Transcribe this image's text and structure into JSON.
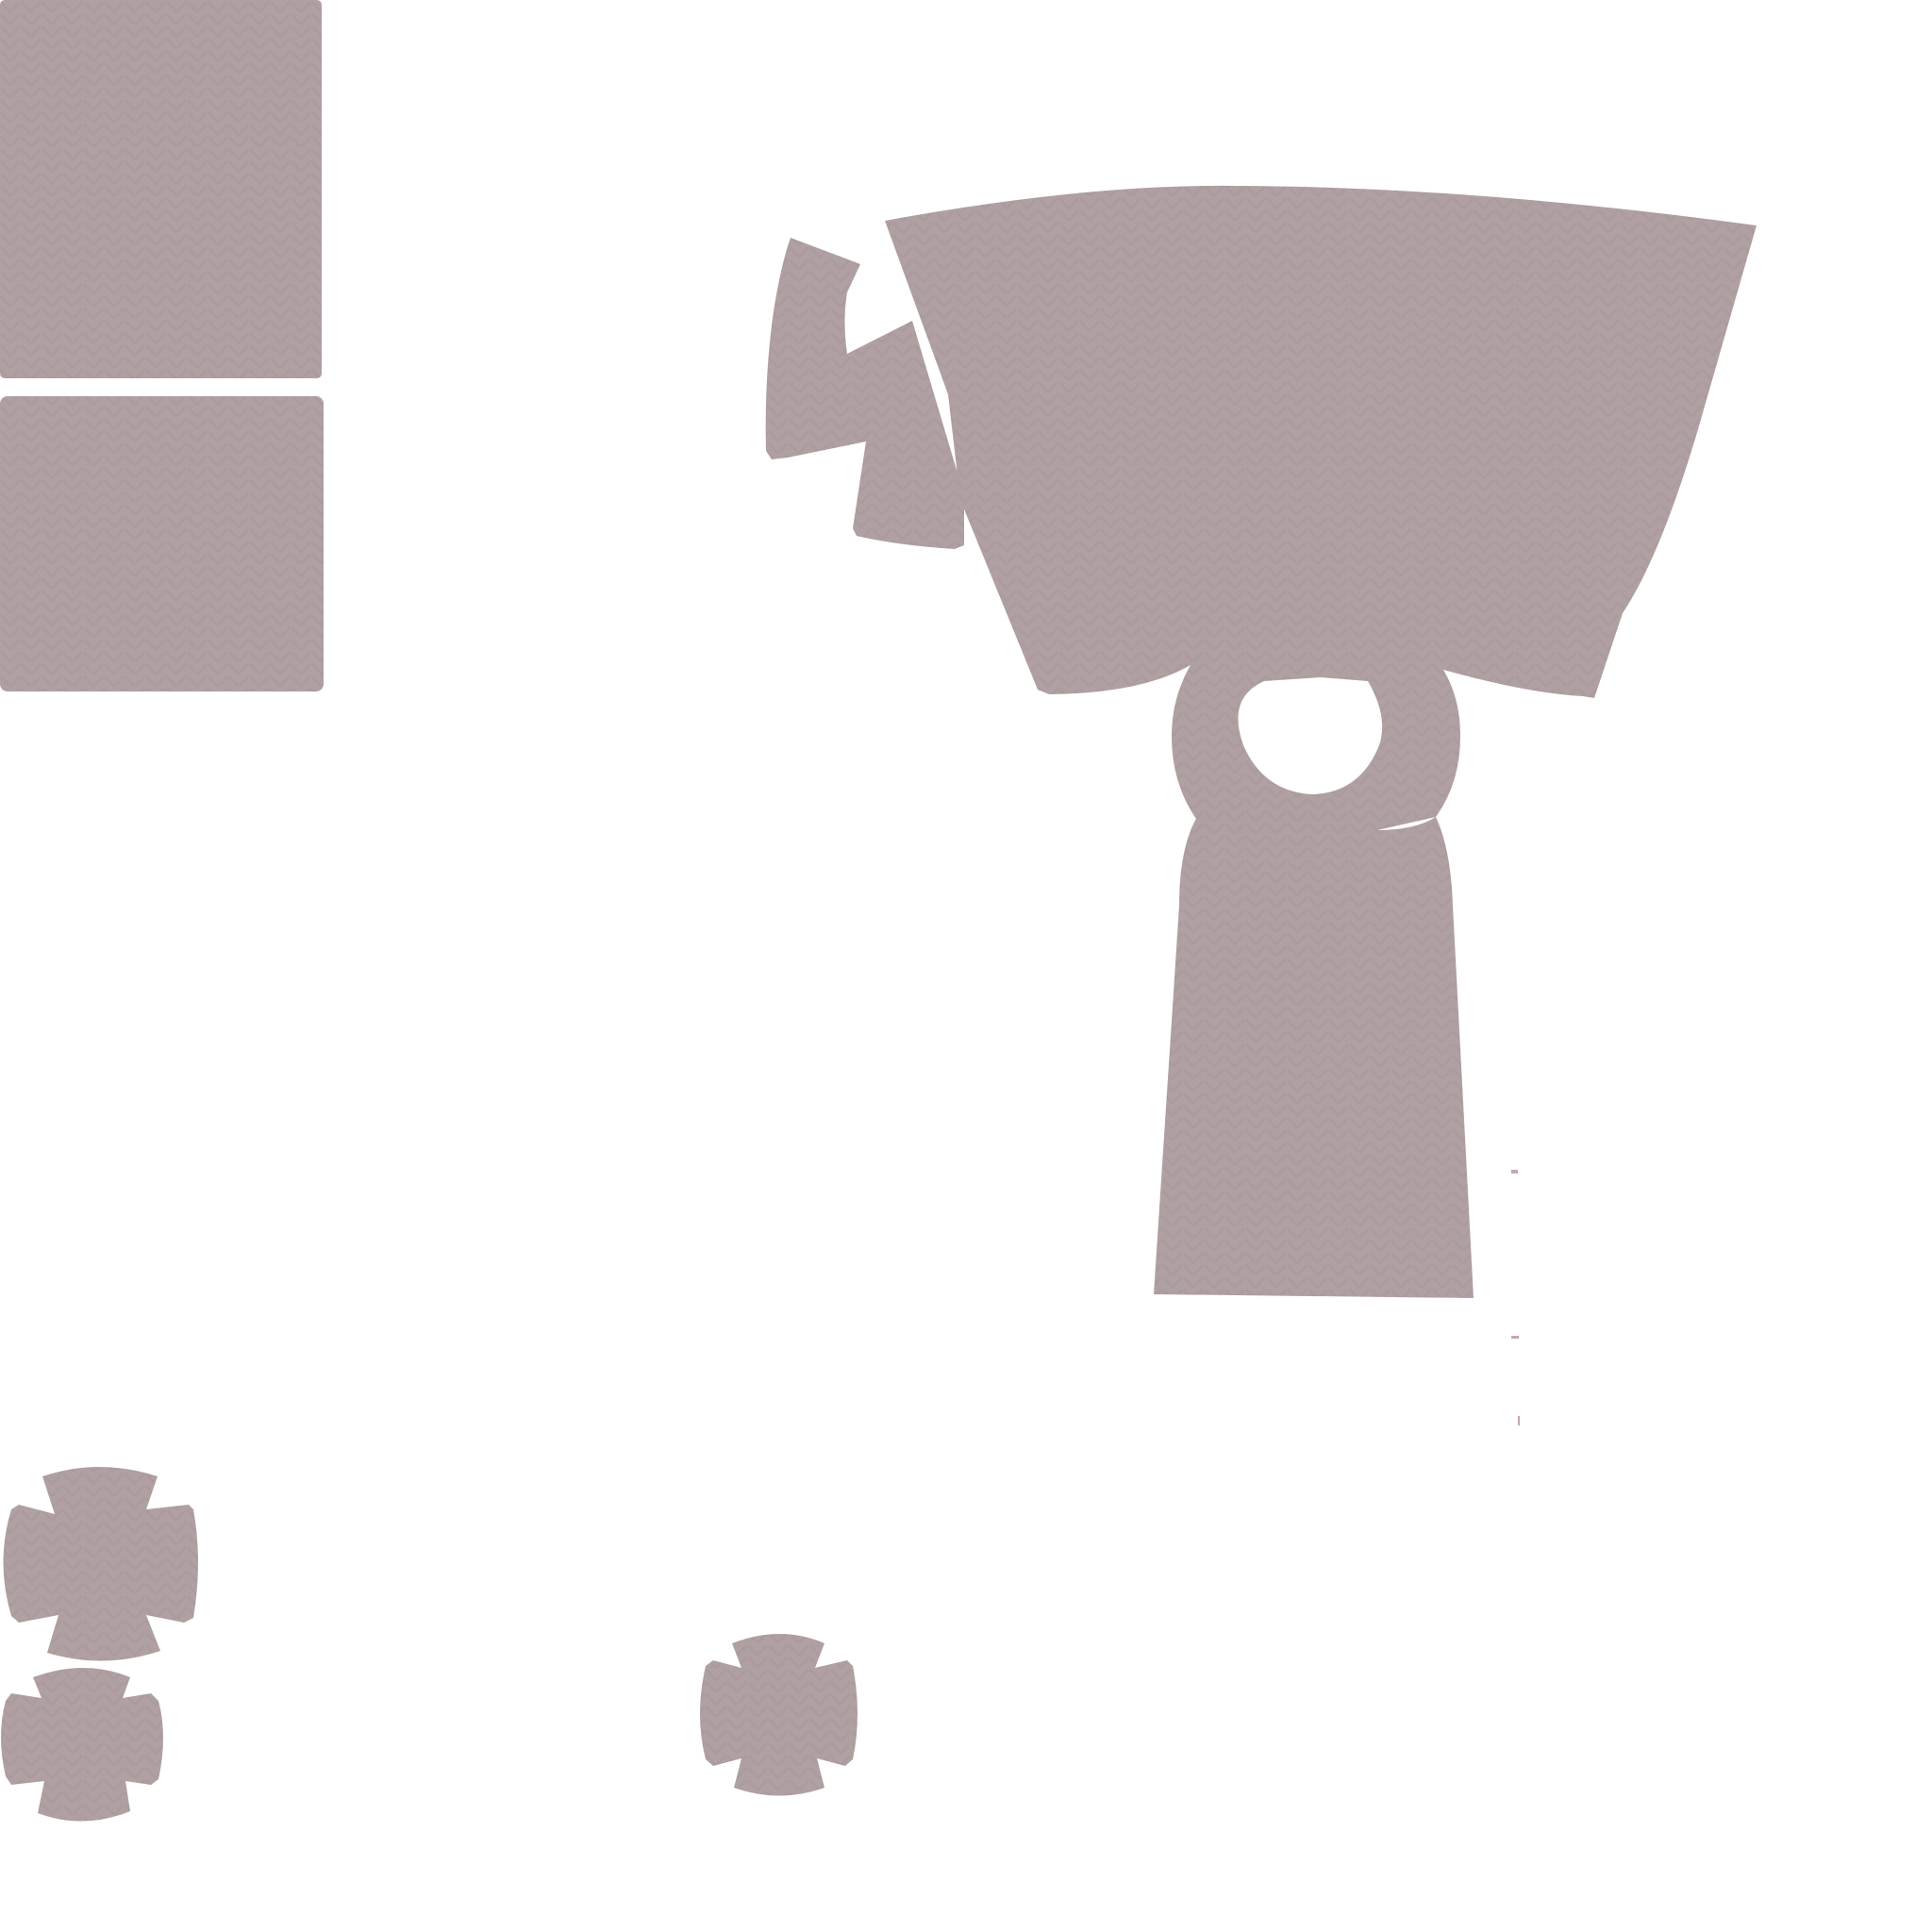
{
  "canvas": {
    "background_color": "#ffffff",
    "piece_color": "#b0a0a1",
    "texture_color": "#a8979a",
    "speck_color": "#c2a8b8"
  },
  "pieces": [
    {
      "name": "square-panel-top-left"
    },
    {
      "name": "square-panel-left"
    },
    {
      "name": "collar-tab"
    },
    {
      "name": "sweater-front-panel"
    },
    {
      "name": "sweater-body-lower"
    },
    {
      "name": "clover-patch-large"
    },
    {
      "name": "clover-patch-small"
    },
    {
      "name": "clover-patch-center"
    }
  ]
}
